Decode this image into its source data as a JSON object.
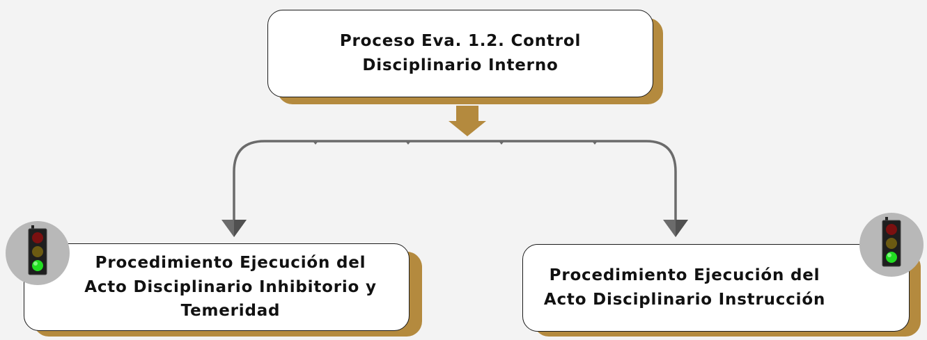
{
  "diagram": {
    "root": {
      "label": "Proceso Eva. 1.2. Control\nDisciplinario Interno"
    },
    "children": [
      {
        "label": "Procedimiento Ejecución del\nActo Disciplinario Inhibitorio y\nTemeridad",
        "status": "green"
      },
      {
        "label": "Procedimiento Ejecución del\nActo Disciplinario Instrucción",
        "status": "green"
      }
    ]
  },
  "colors": {
    "background": "#f3f3f3",
    "node_fill": "#ffffff",
    "node_border": "#1a1a1a",
    "shadow": "#b48a3e",
    "connector": "#6b6b6b",
    "main_arrow": "#b48a3e",
    "badge": "#b8b8b8",
    "light_red_off": "#7a1010",
    "light_amber_off": "#6b5a12",
    "light_green_on": "#22dd22"
  }
}
